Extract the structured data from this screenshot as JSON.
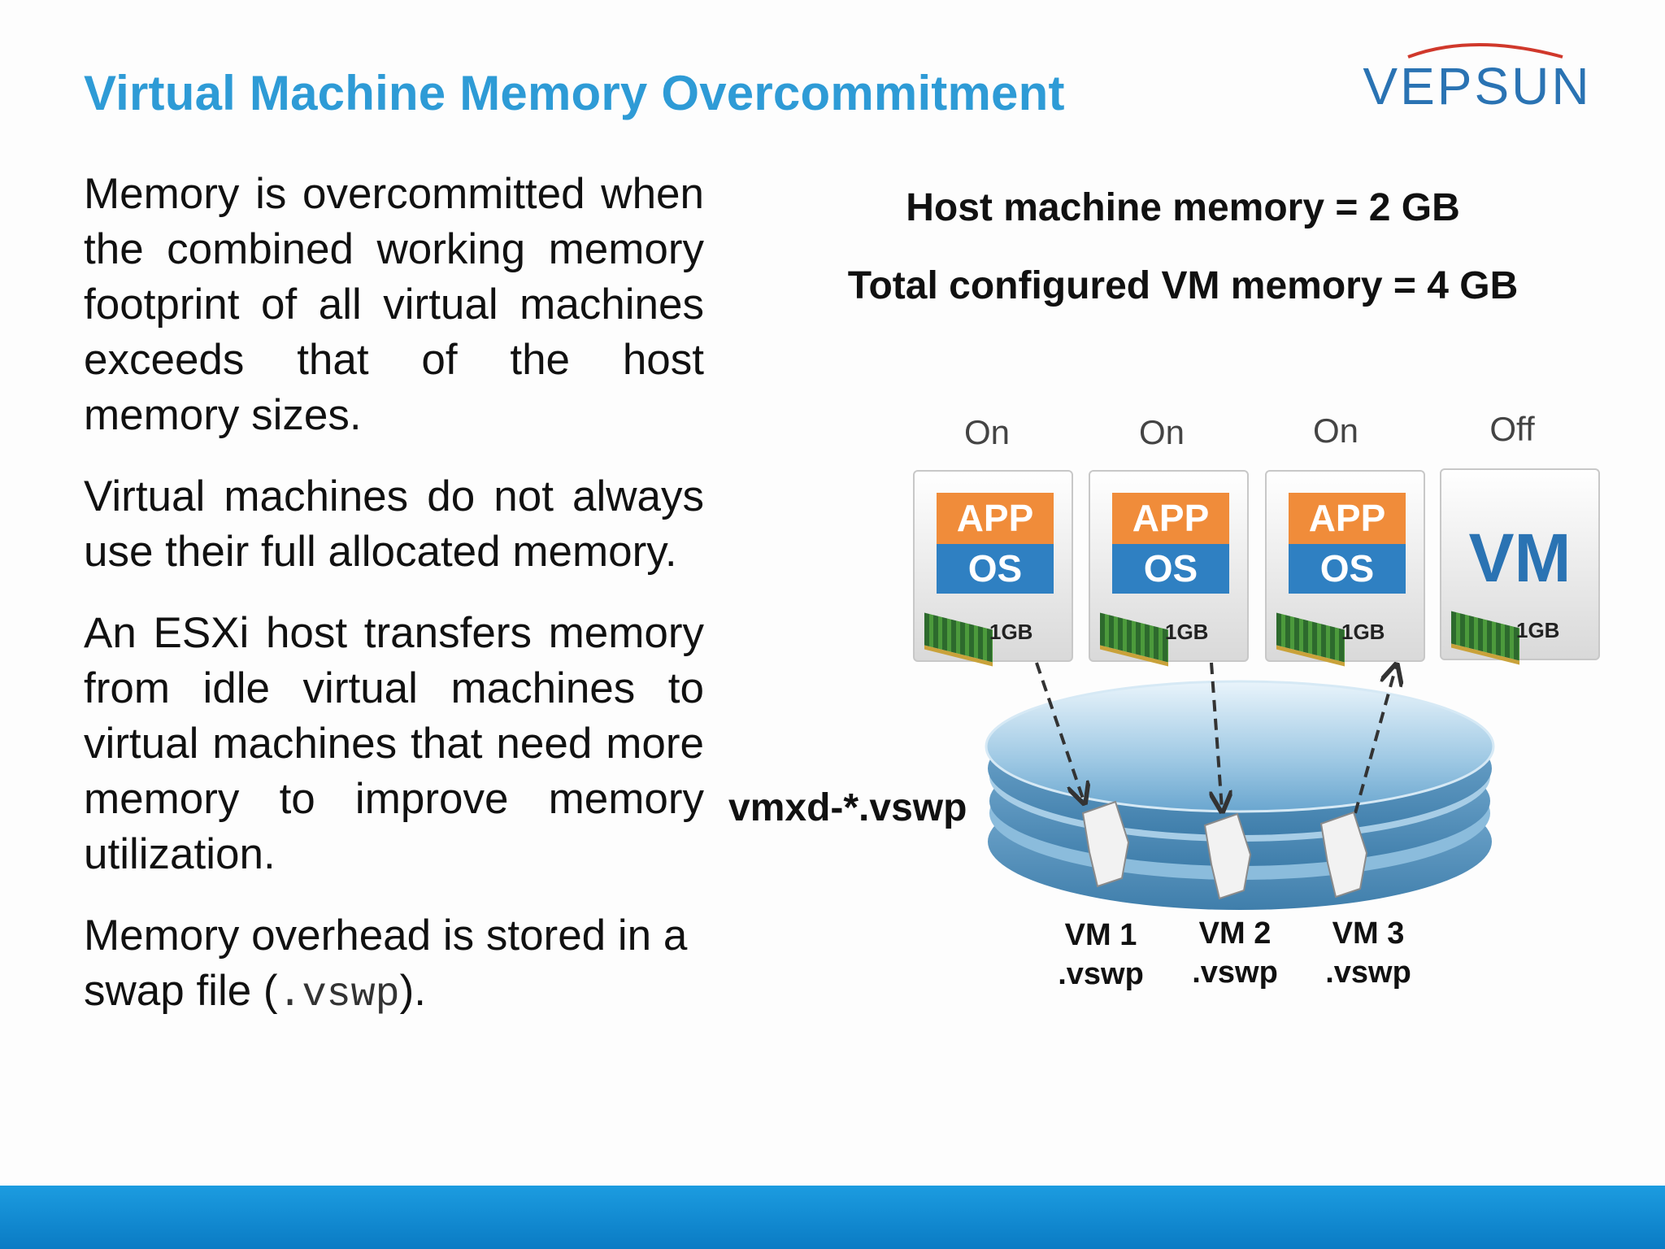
{
  "slide": {
    "title": "Virtual Machine Memory Overcommitment",
    "logo_text": "VEPSUN"
  },
  "left": {
    "p1": "Memory is overcommitted when the combined working memory footprint of all virtual machines exceeds that of the host memory sizes.",
    "p2": "Virtual machines do not always use their full allocated memory.",
    "p3": "An ESXi host transfers memory from idle virtual machines to virtual machines that need more memory to improve memory utilization.",
    "p4_prefix": "Memory overhead is stored in a swap file (",
    "p4_code": ".vswp",
    "p4_suffix": ")."
  },
  "diagram": {
    "host_memory": "Host machine memory = 2 GB",
    "total_vm_memory": "Total configured VM memory = 4 GB",
    "vms": [
      {
        "status": "On",
        "app": "APP",
        "os": "OS",
        "memory": "1GB"
      },
      {
        "status": "On",
        "app": "APP",
        "os": "OS",
        "memory": "1GB"
      },
      {
        "status": "On",
        "app": "APP",
        "os": "OS",
        "memory": "1GB"
      },
      {
        "status": "Off",
        "logo": "VM",
        "memory": "1GB"
      }
    ],
    "datastore_label": "vmxd-*.vswp",
    "swap_files": [
      {
        "name": "VM 1",
        "ext": ".vswp"
      },
      {
        "name": "VM 2",
        "ext": ".vswp"
      },
      {
        "name": "VM 3",
        "ext": ".vswp"
      }
    ]
  },
  "colors": {
    "title": "#2e9bd6",
    "footer": "#1c9ce0",
    "app": "#f08c3a",
    "os": "#2f80c2"
  }
}
